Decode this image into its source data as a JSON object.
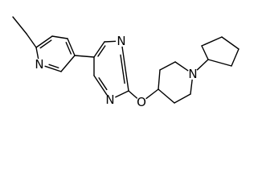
{
  "molecule": {
    "atoms": [
      {
        "id": "ethyl_ch3",
        "element": "C",
        "label": ""
      },
      {
        "id": "ethyl_ch2",
        "element": "C",
        "label": ""
      },
      {
        "id": "py_c2",
        "element": "C",
        "label": ""
      },
      {
        "id": "py_c3",
        "element": "C",
        "label": ""
      },
      {
        "id": "py_c4",
        "element": "C",
        "label": ""
      },
      {
        "id": "py_c5",
        "element": "C",
        "label": ""
      },
      {
        "id": "py_c6",
        "element": "C",
        "label": ""
      },
      {
        "id": "py_n1",
        "element": "N",
        "label": "N"
      },
      {
        "id": "pm_c5",
        "element": "C",
        "label": ""
      },
      {
        "id": "pm_c4",
        "element": "C",
        "label": ""
      },
      {
        "id": "pm_n3",
        "element": "N",
        "label": "N"
      },
      {
        "id": "pm_c2",
        "element": "C",
        "label": ""
      },
      {
        "id": "pm_n1",
        "element": "N",
        "label": "N"
      },
      {
        "id": "pm_c6",
        "element": "C",
        "label": ""
      },
      {
        "id": "ether_o",
        "element": "O",
        "label": "O"
      },
      {
        "id": "pip_c4",
        "element": "C",
        "label": ""
      },
      {
        "id": "pip_c3",
        "element": "C",
        "label": ""
      },
      {
        "id": "pip_c2",
        "element": "C",
        "label": ""
      },
      {
        "id": "pip_n1",
        "element": "N",
        "label": "N"
      },
      {
        "id": "pip_c6",
        "element": "C",
        "label": ""
      },
      {
        "id": "pip_c5",
        "element": "C",
        "label": ""
      },
      {
        "id": "cp_c1",
        "element": "C",
        "label": ""
      },
      {
        "id": "cp_c2",
        "element": "C",
        "label": ""
      },
      {
        "id": "cp_c3",
        "element": "C",
        "label": ""
      },
      {
        "id": "cp_c4",
        "element": "C",
        "label": ""
      },
      {
        "id": "cp_c5",
        "element": "C",
        "label": ""
      }
    ],
    "bonds": [
      {
        "from": "ethyl_ch3",
        "to": "ethyl_ch2",
        "order": 1
      },
      {
        "from": "ethyl_ch2",
        "to": "py_c2",
        "order": 1
      },
      {
        "from": "py_c2",
        "to": "py_c3",
        "order": 2
      },
      {
        "from": "py_c3",
        "to": "py_c4",
        "order": 1
      },
      {
        "from": "py_c4",
        "to": "py_c5",
        "order": 2
      },
      {
        "from": "py_c5",
        "to": "py_c6",
        "order": 1
      },
      {
        "from": "py_c6",
        "to": "py_n1",
        "order": 2
      },
      {
        "from": "py_n1",
        "to": "py_c2",
        "order": 1
      },
      {
        "from": "py_c5",
        "to": "pm_c5",
        "order": 1
      },
      {
        "from": "pm_c5",
        "to": "pm_c4",
        "order": 2
      },
      {
        "from": "pm_c4",
        "to": "pm_n3",
        "order": 1
      },
      {
        "from": "pm_n3",
        "to": "pm_c2",
        "order": 2
      },
      {
        "from": "pm_c2",
        "to": "pm_n1",
        "order": 1
      },
      {
        "from": "pm_n1",
        "to": "pm_c6",
        "order": 2
      },
      {
        "from": "pm_c6",
        "to": "pm_c5",
        "order": 1
      },
      {
        "from": "pm_c2",
        "to": "ether_o",
        "order": 1
      },
      {
        "from": "ether_o",
        "to": "pip_c4",
        "order": 1
      },
      {
        "from": "pip_c4",
        "to": "pip_c3",
        "order": 1
      },
      {
        "from": "pip_c3",
        "to": "pip_c2",
        "order": 1
      },
      {
        "from": "pip_c2",
        "to": "pip_n1",
        "order": 1
      },
      {
        "from": "pip_n1",
        "to": "pip_c6",
        "order": 1
      },
      {
        "from": "pip_c6",
        "to": "pip_c5",
        "order": 1
      },
      {
        "from": "pip_c5",
        "to": "pip_c4",
        "order": 1
      },
      {
        "from": "pip_n1",
        "to": "cp_c1",
        "order": 1
      },
      {
        "from": "cp_c1",
        "to": "cp_c2",
        "order": 1
      },
      {
        "from": "cp_c2",
        "to": "cp_c3",
        "order": 1
      },
      {
        "from": "cp_c3",
        "to": "cp_c4",
        "order": 1
      },
      {
        "from": "cp_c4",
        "to": "cp_c5",
        "order": 1
      },
      {
        "from": "cp_c5",
        "to": "cp_c1",
        "order": 1
      }
    ]
  }
}
